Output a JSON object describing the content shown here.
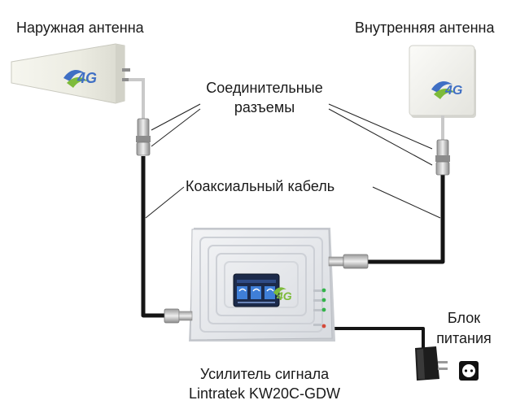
{
  "labels": {
    "outdoor_antenna": "Наружная антенна",
    "indoor_antenna": "Внутренняя антенна",
    "connectors_line1": "Соединительные",
    "connectors_line2": "разъемы",
    "coax_cable": "Коаксиальный кабель",
    "power_supply_line1": "Блок",
    "power_supply_line2": "питания",
    "amplifier_line1": "Усилитель сигнала",
    "amplifier_line2": "Lintratek KW20C-GDW"
  },
  "logo_text": "4G",
  "colors": {
    "antenna_body": "#efefe6",
    "cable": "#151515",
    "leader_line": "#222222",
    "amplifier_body": "#e6e8eb",
    "screen": "#1c2a4a",
    "logo_blue": "#3f6fc4",
    "logo_green": "#7dbb3a"
  }
}
